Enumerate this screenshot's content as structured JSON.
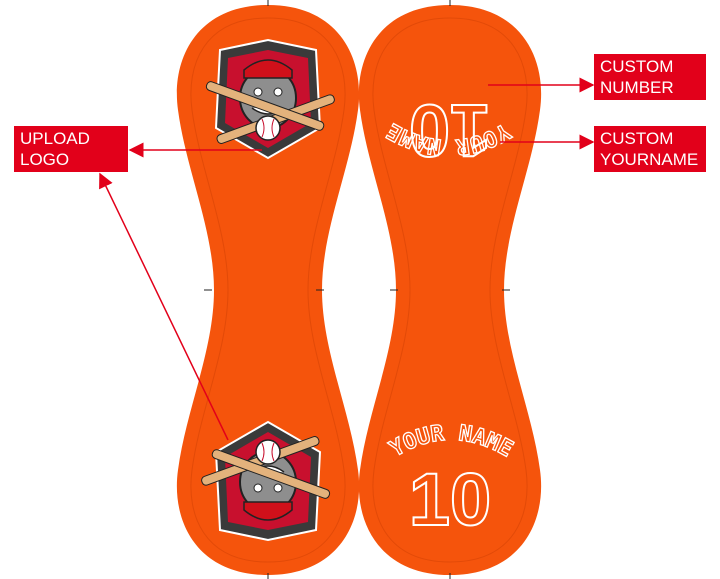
{
  "labels": {
    "custom_number": [
      "CUSTOM",
      "NUMBER"
    ],
    "custom_yourname": [
      "CUSTOM",
      "YOURNAME"
    ],
    "upload_logo": [
      "UPLOAD",
      "LOGO"
    ]
  },
  "panel": {
    "name_text": "YOUR NAME",
    "number_text": "10"
  },
  "colors": {
    "panel": "#f5540c",
    "label_bg": "#e2001a",
    "arrow": "#e2001a"
  }
}
